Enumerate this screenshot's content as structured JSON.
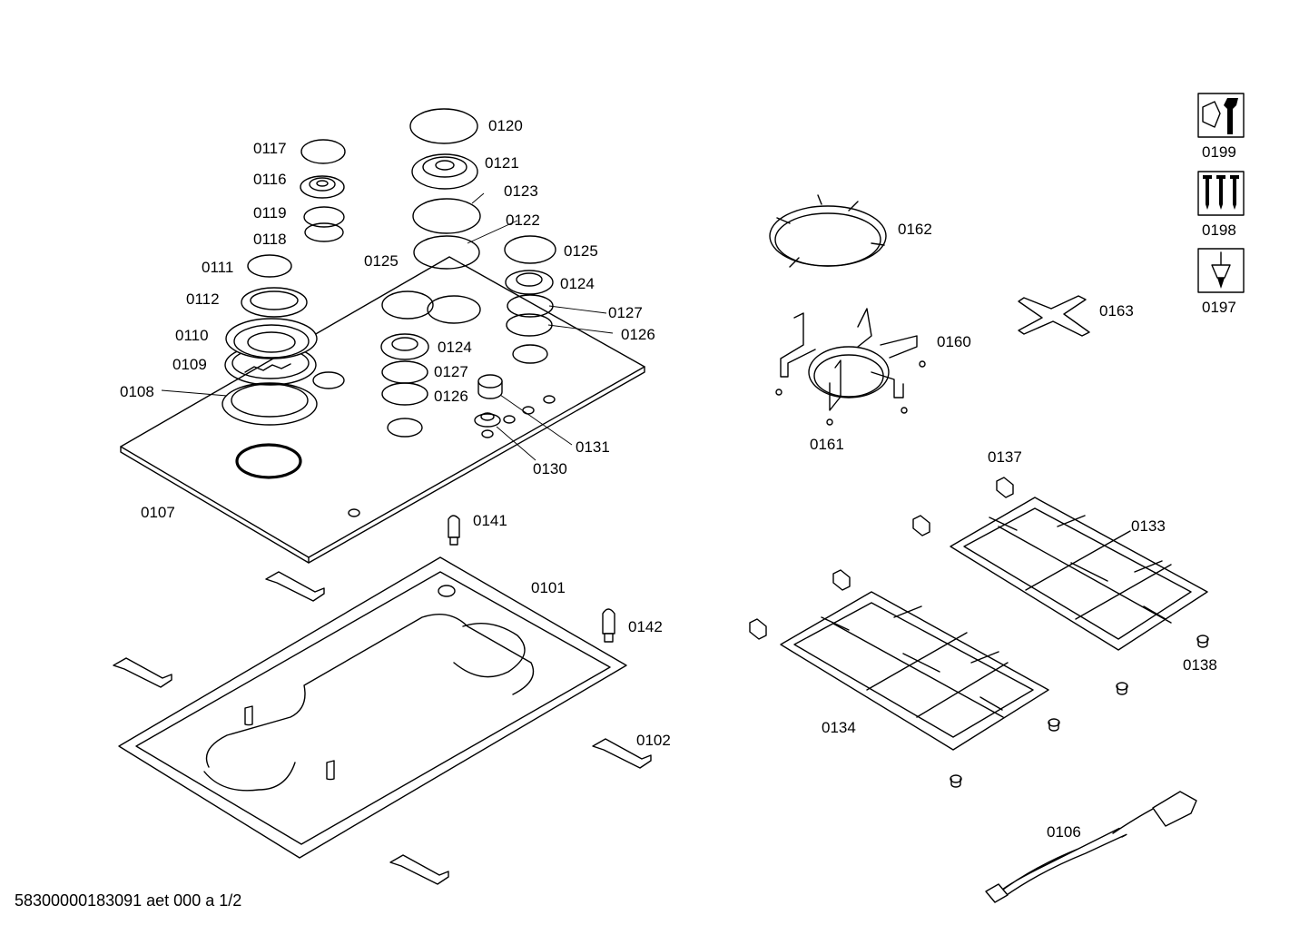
{
  "footer": {
    "doc_code": "58300000183091 aet 000 a 1/2"
  },
  "labels": {
    "p0101": "0101",
    "p0102": "0102",
    "p0106": "0106",
    "p0107": "0107",
    "p0108": "0108",
    "p0109": "0109",
    "p0110": "0110",
    "p0111": "0111",
    "p0112": "0112",
    "p0116": "0116",
    "p0117": "0117",
    "p0118": "0118",
    "p0119": "0119",
    "p0120": "0120",
    "p0121": "0121",
    "p0122": "0122",
    "p0123": "0123",
    "p0124a": "0124",
    "p0124b": "0124",
    "p0125a": "0125",
    "p0125b": "0125",
    "p0126a": "0126",
    "p0126b": "0126",
    "p0127a": "0127",
    "p0127b": "0127",
    "p0130": "0130",
    "p0131": "0131",
    "p0133": "0133",
    "p0134": "0134",
    "p0137": "0137",
    "p0138": "0138",
    "p0141": "0141",
    "p0142": "0142",
    "p0160": "0160",
    "p0161": "0161",
    "p0162": "0162",
    "p0163": "0163",
    "p0197": "0197",
    "p0198": "0198",
    "p0199": "0199"
  },
  "icons": {
    "i0199": "wrench-nut-icon",
    "i0198": "screws-icon",
    "i0197": "grease-syringe-icon"
  }
}
